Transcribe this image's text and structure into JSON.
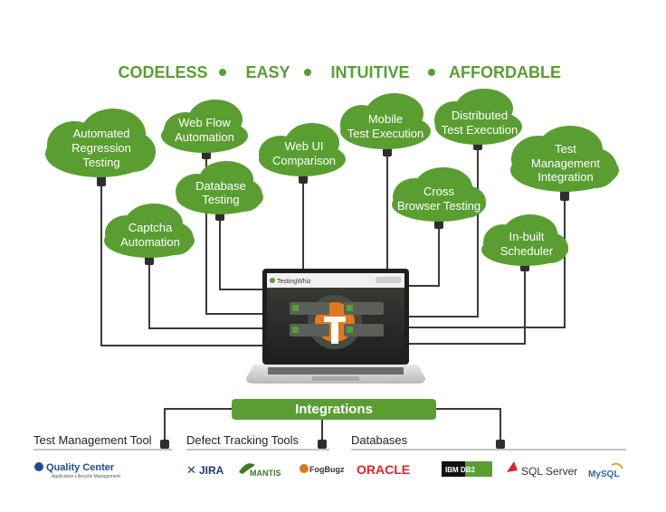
{
  "tagline": [
    "CODELESS",
    "EASY",
    "INTUITIVE",
    "AFFORDABLE"
  ],
  "clouds": [
    {
      "lines": [
        "Automated",
        "Regression",
        "Testing"
      ]
    },
    {
      "lines": [
        "Web Flow",
        "Automation"
      ]
    },
    {
      "lines": [
        "Web UI",
        "Comparison"
      ]
    },
    {
      "lines": [
        "Mobile",
        "Test Execution"
      ]
    },
    {
      "lines": [
        "Distributed",
        "Test Execution"
      ]
    },
    {
      "lines": [
        "Test",
        "Management",
        "Integration"
      ]
    },
    {
      "lines": [
        "Database",
        "Testing"
      ]
    },
    {
      "lines": [
        "Captcha",
        "Automation"
      ]
    },
    {
      "lines": [
        "Cross",
        "Browser Testing"
      ]
    },
    {
      "lines": [
        "In-built",
        "Scheduler"
      ]
    }
  ],
  "laptop": {
    "app_name": "TestingWhiz"
  },
  "integrations": {
    "title": "Integrations",
    "sections": [
      {
        "title": "Test Management Tool",
        "logos": [
          {
            "name": "Quality Center",
            "sub": "Application Lifecycle Management"
          }
        ]
      },
      {
        "title": "Defect Tracking Tools",
        "logos": [
          {
            "name": "JIRA"
          },
          {
            "name": "MANTIS"
          },
          {
            "name": "FogBugz"
          }
        ]
      },
      {
        "title": "Databases",
        "logos": [
          {
            "name": "ORACLE"
          },
          {
            "name": "IBM DB2"
          },
          {
            "name": "SQL Server"
          },
          {
            "name": "MySQL"
          }
        ]
      }
    ]
  },
  "colors": {
    "brand_green": "#5a9e32",
    "connector": "#3a3a3a"
  }
}
